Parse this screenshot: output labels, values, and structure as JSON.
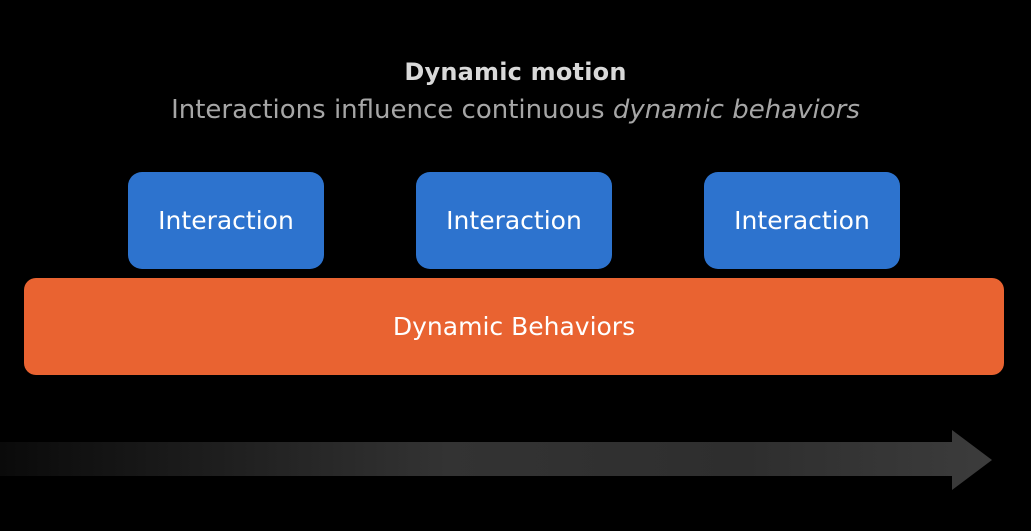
{
  "header": {
    "title": "Dynamic motion",
    "subtitle_plain": "Interactions influence continuous ",
    "subtitle_emphasis": "dynamic behaviors"
  },
  "interactions": [
    {
      "label": "Interaction"
    },
    {
      "label": "Interaction"
    },
    {
      "label": "Interaction"
    }
  ],
  "behaviors": {
    "label": "Dynamic Behaviors"
  },
  "colors": {
    "background": "#000000",
    "interaction_fill": "#2d73ce",
    "behaviors_fill": "#e96331",
    "arrow_fill": "#3a3a3a"
  }
}
